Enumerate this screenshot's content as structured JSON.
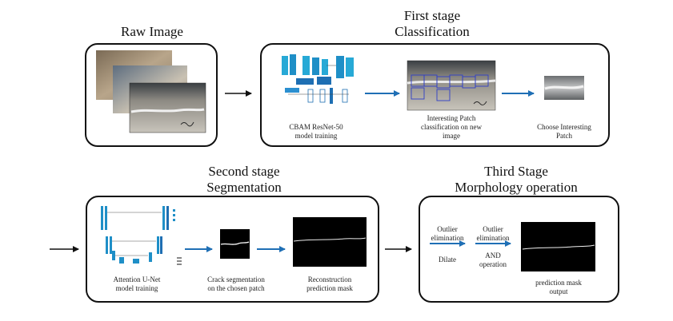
{
  "raw": {
    "title": "Raw Image"
  },
  "stage1": {
    "title_line1": "First stage",
    "title_line2": "Classification",
    "cap_model_1": "CBAM ResNet-50",
    "cap_model_2": "model training",
    "cap_patch_1": "Interesting  Patch",
    "cap_patch_2": "classification  on new",
    "cap_patch_3": "image",
    "cap_choose_1": "Choose Interesting",
    "cap_choose_2": "Patch"
  },
  "stage2": {
    "title_line1": "Second stage",
    "title_line2": "Segmentation",
    "cap_model_1": "Attention  U-Net",
    "cap_model_2": "model training",
    "cap_crack_1": "Crack segmentation",
    "cap_crack_2": "on the chosen patch",
    "cap_recon_1": "Reconstruction",
    "cap_recon_2": "prediction  mask"
  },
  "stage3": {
    "title_line1": "Third Stage",
    "title_line2": "Morphology operation",
    "op1_top_1": "Outlier",
    "op1_top_2": "elimination",
    "op1_bottom": "Dilate",
    "op2_top_1": "Outlier",
    "op2_top_2": "elimination",
    "op2_bottom_1": "AND",
    "op2_bottom_2": "operation",
    "cap_out_1": "prediction  mask",
    "cap_out_2": "output"
  },
  "colors": {
    "flow_arrow": "#1f6fb5",
    "stage_arrow": "#111111",
    "box_border": "#111111"
  }
}
